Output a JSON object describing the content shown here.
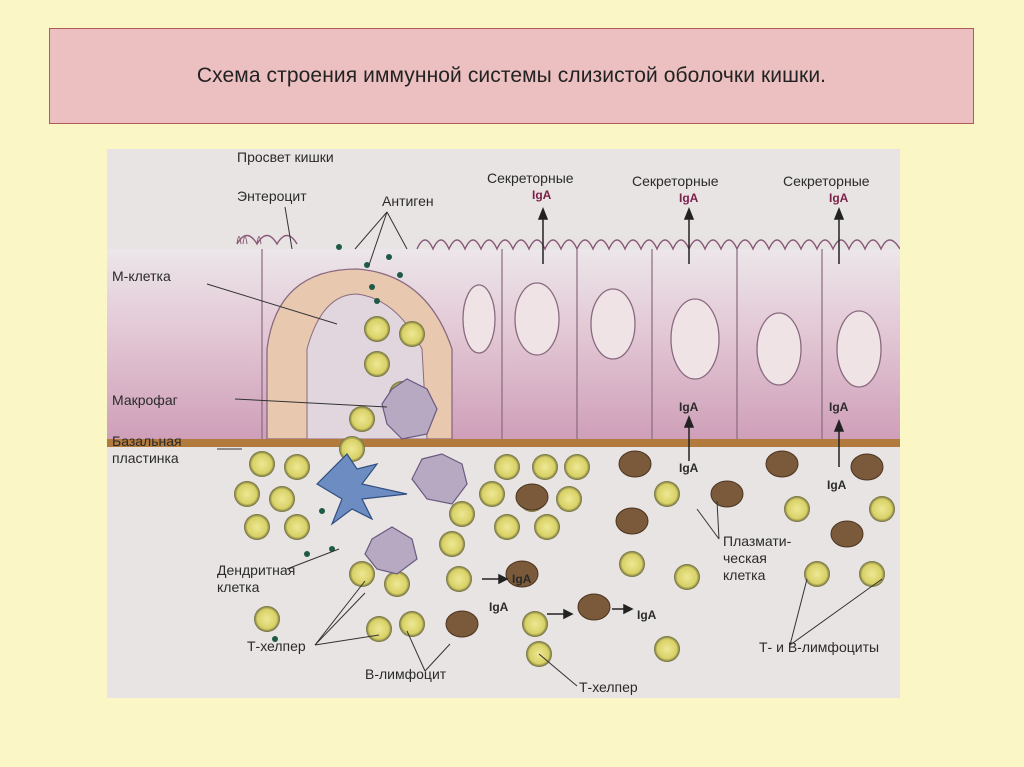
{
  "slide": {
    "title": "Схема строения иммунной системы слизистой оболочки кишки."
  },
  "diagram": {
    "labels": {
      "lumen": "Просвет кишки",
      "enterocyte": "Энтероцит",
      "antigen": "Антиген",
      "m_cell": "М-клетка",
      "macrophage": "Макрофаг",
      "basal_lamina_1": "Базальная",
      "basal_lamina_2": "пластинка",
      "dendritic_1": "Дендритная",
      "dendritic_2": "клетка",
      "t_helper_left": "Т-хелпер",
      "b_lymphocyte": "В-лимфоцит",
      "t_helper_bottom": "Т-хелпер",
      "plasma_1": "Плазмати-",
      "plasma_2": "ческая",
      "plasma_3": "клетка",
      "tb_lymphocytes": "Т- и В-лимфоциты",
      "secretory": "Секреторные",
      "iga": "IgA"
    },
    "colors": {
      "epithelium": "#d9b3c3",
      "basal_lamina": "#b27a3c",
      "m_cell_fill": "#e8c9b0",
      "lymphocyte_nucleus": "#e8e28a",
      "plasma_cell": "#7a5a3a",
      "dendritic": "#4a6a9a"
    }
  }
}
